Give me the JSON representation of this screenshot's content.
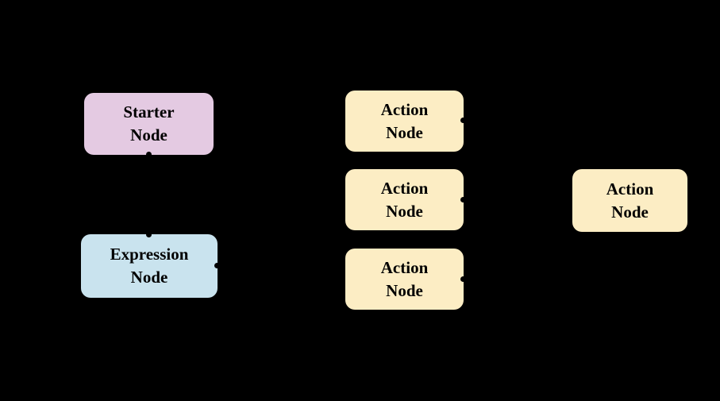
{
  "canvas": {
    "background": "#000000"
  },
  "diagram": {
    "connector_color": "#000000",
    "text_color": "#000000",
    "nodes": [
      {
        "id": "starter-node",
        "line1": "Starter",
        "line2": "Node",
        "fill": "#E4CAE2"
      },
      {
        "id": "expression-node",
        "line1": "Expression",
        "line2": "Node",
        "fill": "#C9E3EE"
      },
      {
        "id": "action-node-1",
        "line1": "Action",
        "line2": "Node",
        "fill": "#FCEDC4"
      },
      {
        "id": "action-node-2",
        "line1": "Action",
        "line2": "Node",
        "fill": "#FCEDC4"
      },
      {
        "id": "action-node-3",
        "line1": "Action",
        "line2": "Node",
        "fill": "#FCEDC4"
      },
      {
        "id": "action-node-4",
        "line1": "Action",
        "line2": "Node",
        "fill": "#FCEDC4"
      }
    ]
  }
}
